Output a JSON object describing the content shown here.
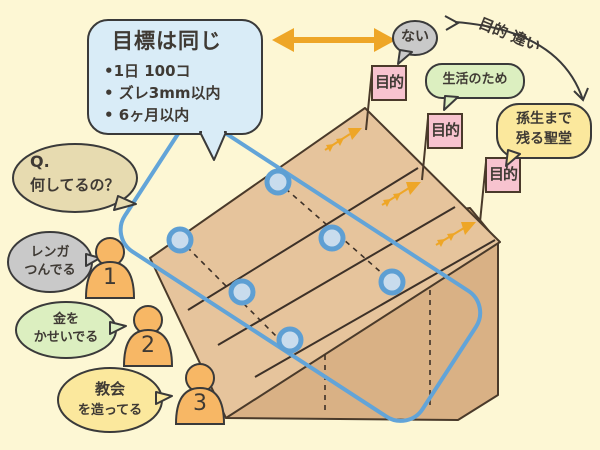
{
  "goal_bubble": {
    "title": "目標は同じ",
    "items": [
      "•1日 100コ",
      "• ズレ3mm以内",
      "• 6ヶ月以内"
    ]
  },
  "top_bubbles": {
    "none": "ない",
    "livelihood": "生活のため",
    "cathedral_line1": "孫生まで",
    "cathedral_line2": "残る聖堂"
  },
  "purpose_difference_label": "目的 違い",
  "flags": [
    "目的",
    "目的",
    "目的"
  ],
  "question_bubble": {
    "line1": "Q.",
    "line2": "何してるの？"
  },
  "answers": [
    {
      "number": "1",
      "line1": "レンガ",
      "line2": "つんでる"
    },
    {
      "number": "2",
      "line1": "金を",
      "line2": "かせいでる"
    },
    {
      "number": "3",
      "line1": "教会",
      "line2": "を造ってる"
    }
  ],
  "colors": {
    "background": "#fdf7d4",
    "wall_top": "#e6c49c",
    "wall_front": "#d9b185",
    "highlight_frame": "#62a4d8",
    "target_ring": "#5e9fd3",
    "arrow": "#eea627",
    "flag": "#f7c3cf",
    "person": "#f7b765",
    "goal_bubble": "#d9ecf7",
    "green_bubble": "#dcefc0",
    "gray_bubble": "#c9c9c9",
    "yellow_bubble": "#fbe89d",
    "tan_bubble": "#e7dbb0"
  }
}
